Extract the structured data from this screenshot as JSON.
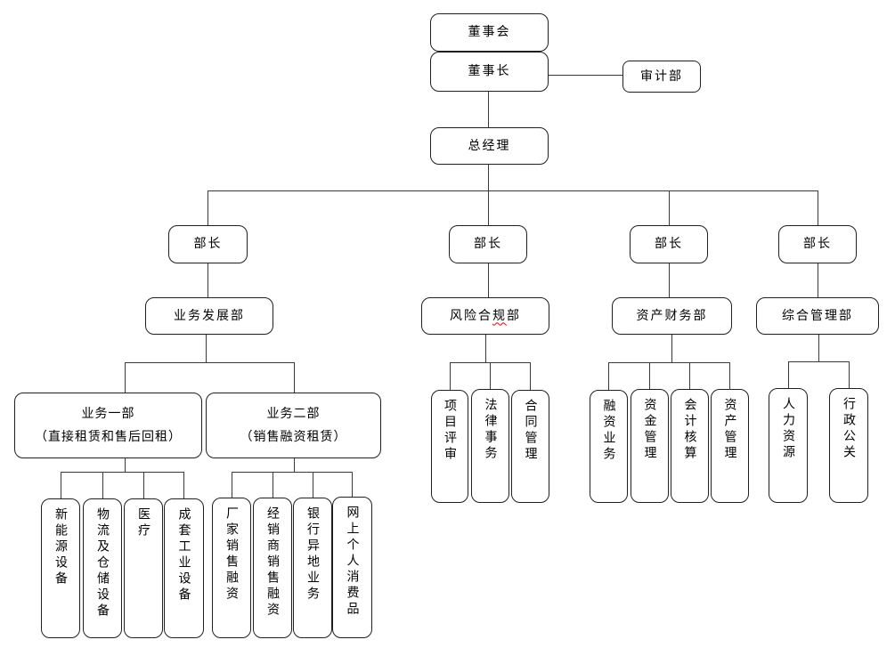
{
  "org_chart": {
    "top": {
      "board": "董事会",
      "chairman": "董事长",
      "audit_dept": "审计部",
      "general_manager": "总经理"
    },
    "ministers": [
      "部长",
      "部长",
      "部长",
      "部长"
    ],
    "departments": {
      "business_dev": "业务发展部",
      "risk_compliance_parts": {
        "pre": "风险合",
        "misspelled": "规",
        "post": "部"
      },
      "asset_finance": "资产财务部",
      "general_admin": "综合管理部"
    },
    "business_units": {
      "unit1_title": "业务一部",
      "unit1_subtitle": "（直接租赁和售后回租）",
      "unit2_title": "业务二部",
      "unit2_subtitle": "（销售融资租赁）"
    },
    "unit1_children": [
      "新能源设备",
      "物流及仓储设备",
      "医疗",
      "成套工业设备"
    ],
    "unit2_children": [
      "厂家销售融资",
      "经销商销售融资",
      "银行异地业务",
      "网上个人消费品"
    ],
    "risk_children": [
      "项目评审",
      "法律事务",
      "合同管理"
    ],
    "finance_children": [
      "融资业务",
      "资金管理",
      "会计核算",
      "资产管理"
    ],
    "admin_children": [
      "人力资源",
      "行政公关"
    ],
    "colors": {
      "line": "#3a3a3a",
      "box_border": "#1f1f1f",
      "box_fill": "#ffffff",
      "text": "#000000",
      "spellcheck_underline": "#ee0000"
    }
  }
}
